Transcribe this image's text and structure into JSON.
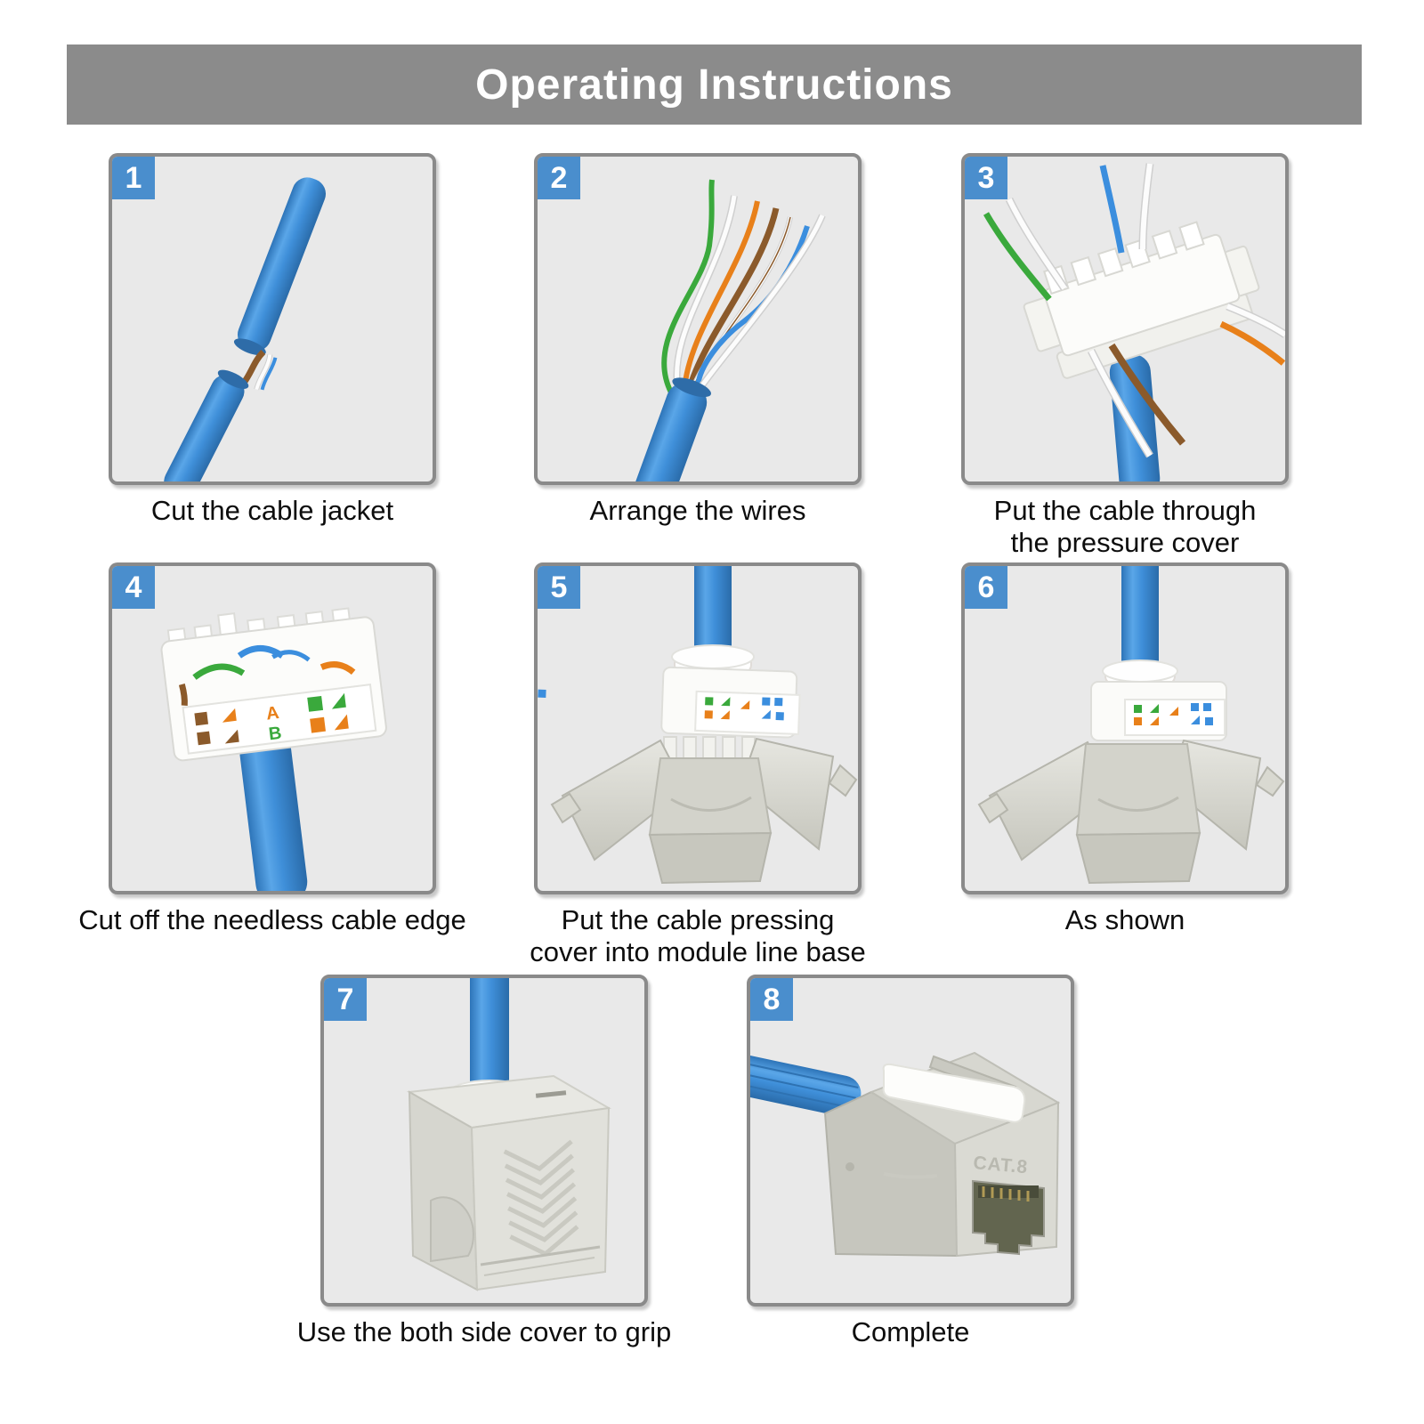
{
  "title": "Operating Instructions",
  "steps": [
    {
      "number": "1",
      "caption": "Cut the cable jacket",
      "illustration": "cable-with-cut-jacket"
    },
    {
      "number": "2",
      "caption": "Arrange the wires",
      "illustration": "cable-with-fanned-wires"
    },
    {
      "number": "3",
      "caption": "Put the cable through\nthe pressure cover",
      "illustration": "cable-through-pressure-cover"
    },
    {
      "number": "4",
      "caption": "Cut off the needless cable edge",
      "illustration": "pressure-cover-with-trimmed-wires"
    },
    {
      "number": "5",
      "caption": "Put the cable pressing\ncover into module line base",
      "illustration": "pressing-cover-above-module-base"
    },
    {
      "number": "6",
      "caption": "As shown",
      "illustration": "pressing-cover-seated-in-module-base"
    },
    {
      "number": "7",
      "caption": "Use the both side cover to grip",
      "illustration": "closed-module-with-side-covers"
    },
    {
      "number": "8",
      "caption": "Complete",
      "illustration": "finished-keystone-jack"
    }
  ],
  "wiring_label": {
    "line_a": "A",
    "line_b": "B"
  },
  "product_marking": "CAT.8",
  "colors": {
    "accent_blue": "#4a8ecd",
    "title_bar_gray": "#8b8b8b",
    "panel_gray": "#e9e9e9",
    "panel_border_gray": "#8a8a8a",
    "cable_blue": "#3f8fd9",
    "wire_green": "#3aa93c",
    "wire_orange": "#e8801a",
    "wire_brown": "#8b5a2b",
    "wire_blue": "#3b8ede",
    "metal_gray": "#d6d6cf"
  }
}
